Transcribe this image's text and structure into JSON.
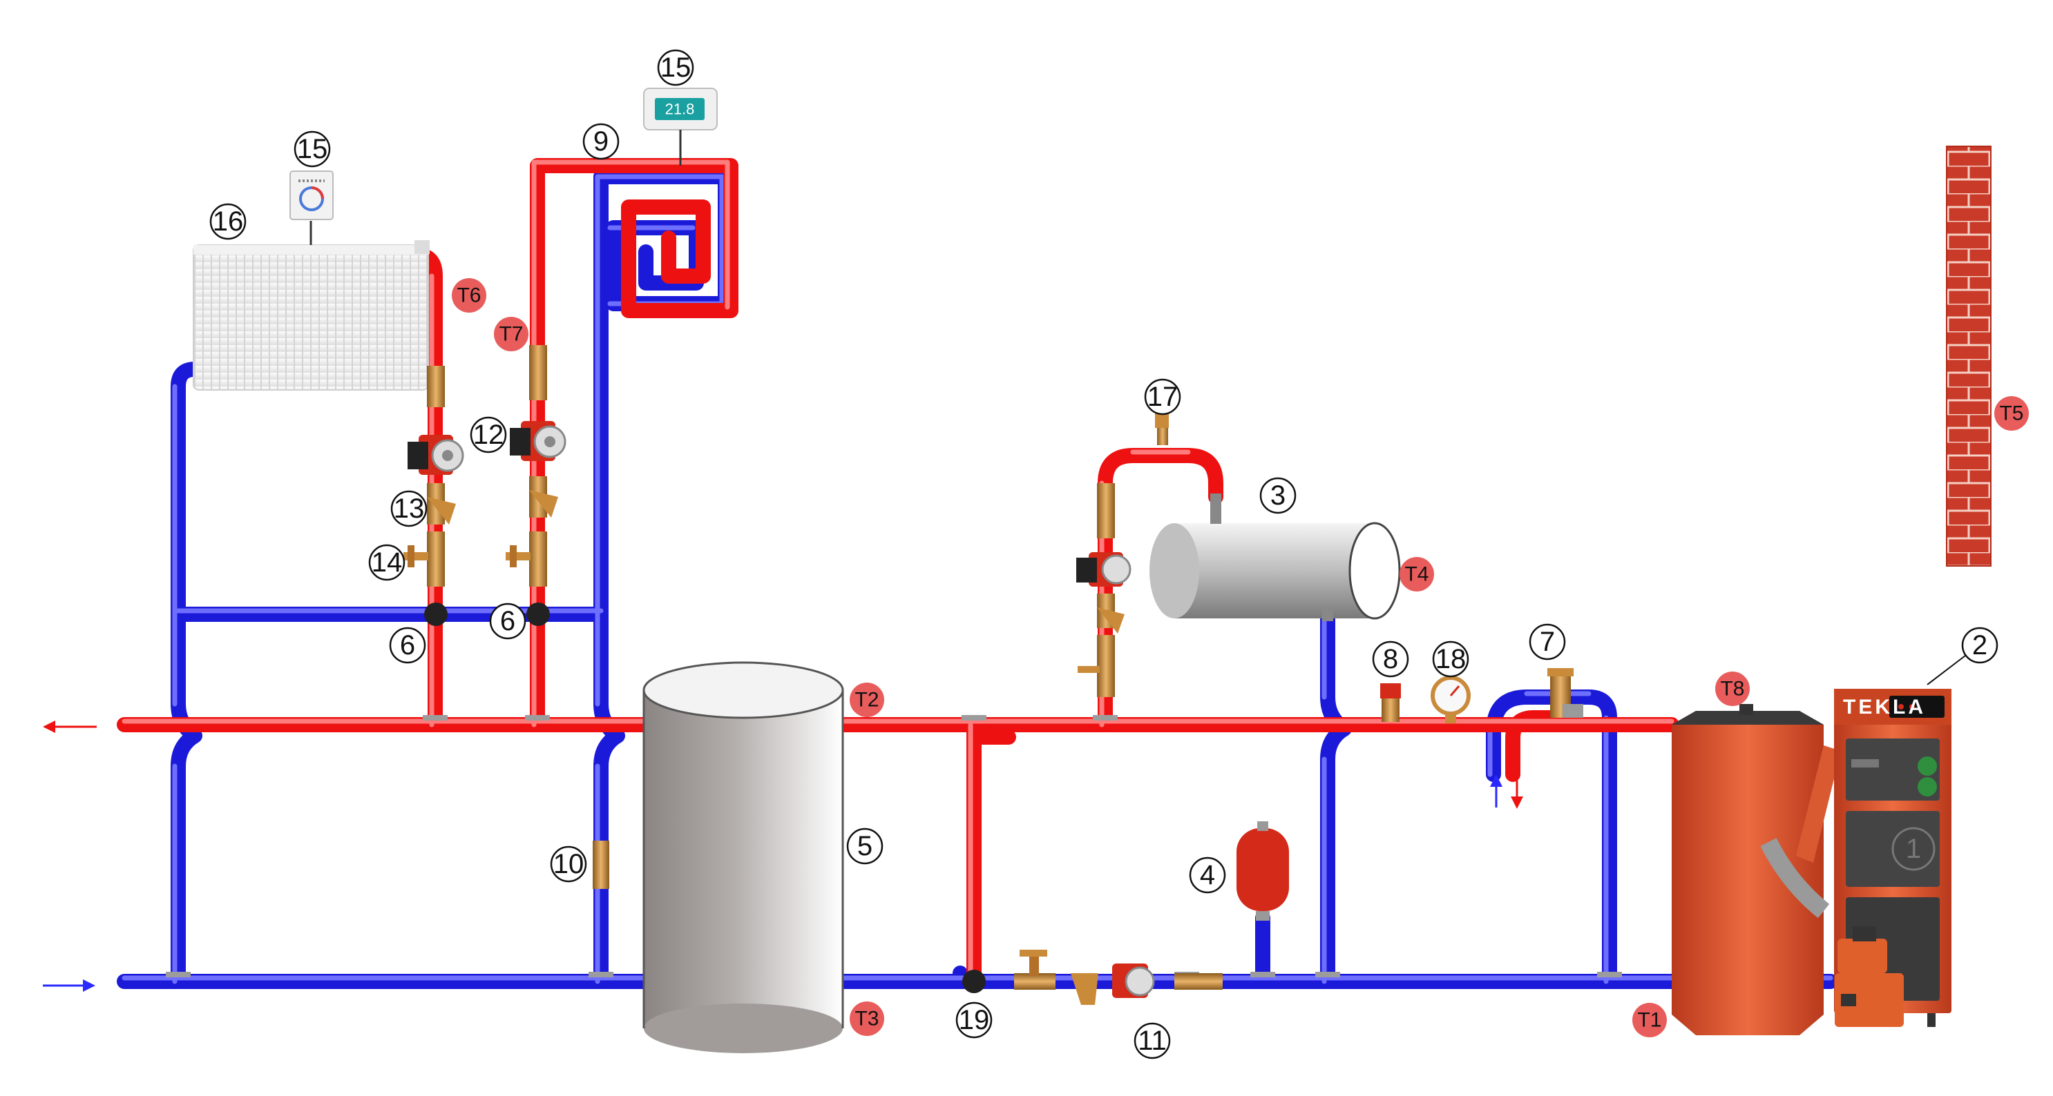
{
  "diagram": {
    "colors": {
      "supply": "#ff2a2a",
      "return": "#2a2aff",
      "tag_fill": "#e85c5c",
      "boiler": "#e0512c",
      "brass": "#c98a3a",
      "pump": "#d42a1a",
      "wall": "#c93a28"
    },
    "component_numbers": {
      "n1": "1",
      "n2": "2",
      "n3": "3",
      "n4": "4",
      "n5": "5",
      "n6a": "6",
      "n6b": "6",
      "n7": "7",
      "n8": "8",
      "n9": "9",
      "n10": "10",
      "n11": "11",
      "n12": "12",
      "n13": "13",
      "n14": "14",
      "n15a": "15",
      "n15b": "15",
      "n16": "16",
      "n17": "17",
      "n18": "18",
      "n19": "19"
    },
    "sensor_tags": {
      "t1": "T1",
      "t2": "T2",
      "t3": "T3",
      "t4": "T4",
      "t5": "T5",
      "t6": "T6",
      "t7": "T7",
      "t8": "T8"
    },
    "boiler_brand": "TEKLA",
    "thermostat_display": "21.8",
    "icons": {
      "flow_out_arrow": "arrow-left-icon",
      "flow_in_arrow": "arrow-right-icon",
      "cold_in_arrow": "arrow-up-icon",
      "hot_out_arrow": "arrow-down-icon"
    }
  }
}
